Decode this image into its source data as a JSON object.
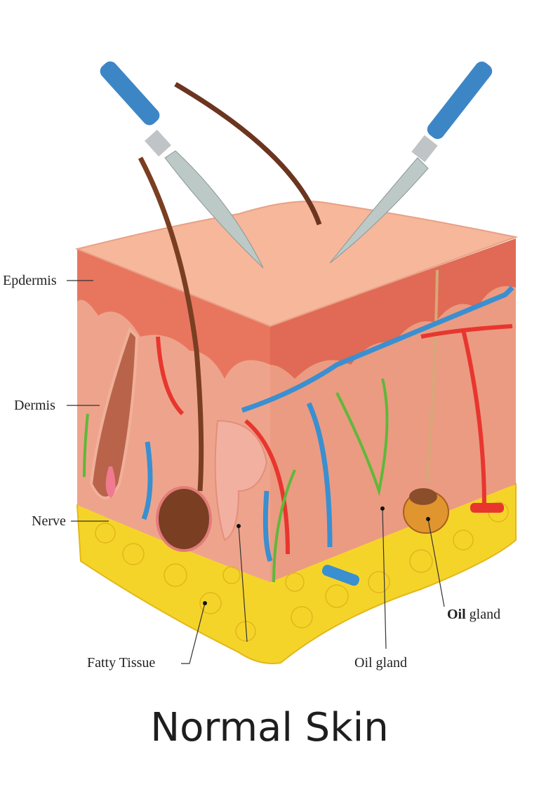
{
  "title": "Normal Skin",
  "labels": {
    "epidermis": "Epdermis",
    "dermis": "Dermis",
    "nerve": "Nerve",
    "fatty_tissue": "Fatty Tissue",
    "oil_gland_bottom": "Oil gland",
    "oil_gland_right_bold": "Oil",
    "oil_gland_right_rest": " gland"
  },
  "colors": {
    "epidermis": "#e8765f",
    "dermis": "#eea48c",
    "fat": "#f5d42a",
    "artery": "#e8362f",
    "vein": "#3a8fd0",
    "nerve": "#5fb83a",
    "hair": "#7a3e22",
    "scalpel_handle": "#3d86c6"
  }
}
